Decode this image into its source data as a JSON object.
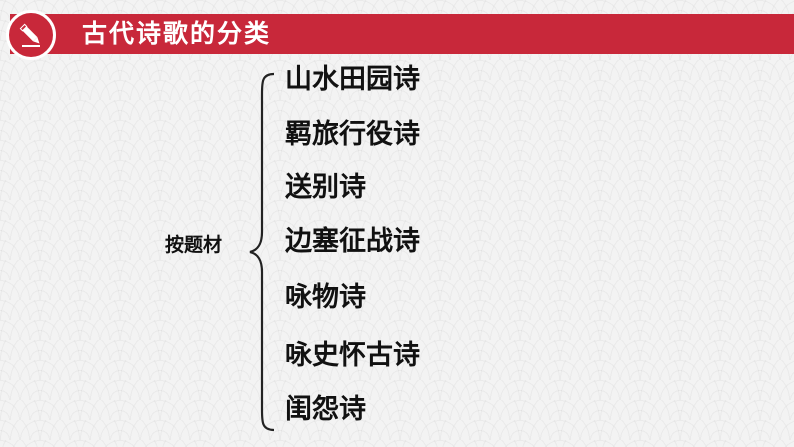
{
  "header": {
    "title": "古代诗歌的分类",
    "accent_color": "#c8283a",
    "badge_icon": "pencil-icon"
  },
  "category": {
    "label": "按题材"
  },
  "items": [
    "山水田园诗",
    "羁旅行役诗",
    "送别诗",
    "边塞征战诗",
    "咏物诗",
    "咏史怀古诗",
    "闺怨诗"
  ]
}
